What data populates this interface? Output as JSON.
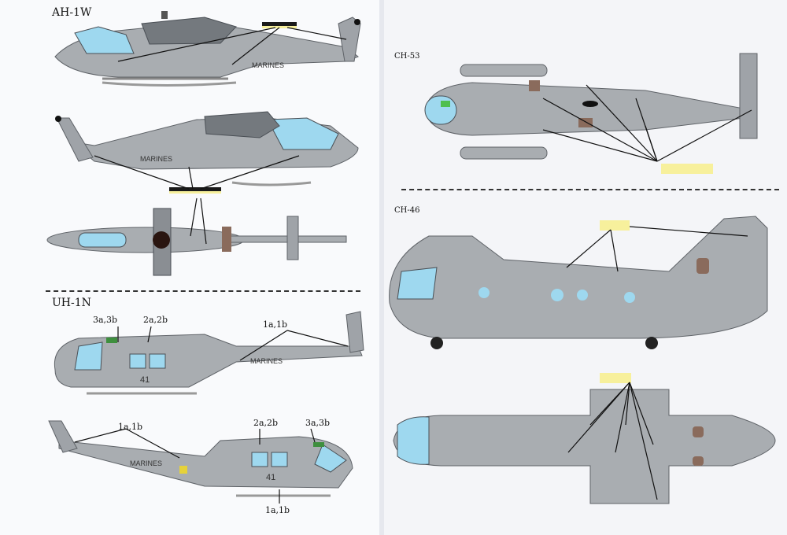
{
  "sections": {
    "ah1w": {
      "title": "AH-1W"
    },
    "uh1n": {
      "title": "UH-1N"
    },
    "ch53": {
      "title": "CH-53"
    },
    "ch46": {
      "title": "CH-46"
    }
  },
  "markings": {
    "marines": "MARINES",
    "modex": "41"
  },
  "callouts": {
    "c3a3b_top": "3a,3b",
    "c2a2b_top": "2a,2b",
    "c1a1b_top": "1a,1b",
    "c1a1b_left": "1a,1b",
    "c2a2b_bottom": "2a,2b",
    "c3a3b_bottom": "3a,3b",
    "c1a1b_bottom": "1a,1b"
  },
  "colors": {
    "airframe_gray": "#a9adb1",
    "dark_gray": "#74797e",
    "canopy_blue": "#9ed8ef",
    "highlight_yellow": "#f7f09c",
    "stencil_bar": "#1a1a1a",
    "line": "#111111"
  }
}
